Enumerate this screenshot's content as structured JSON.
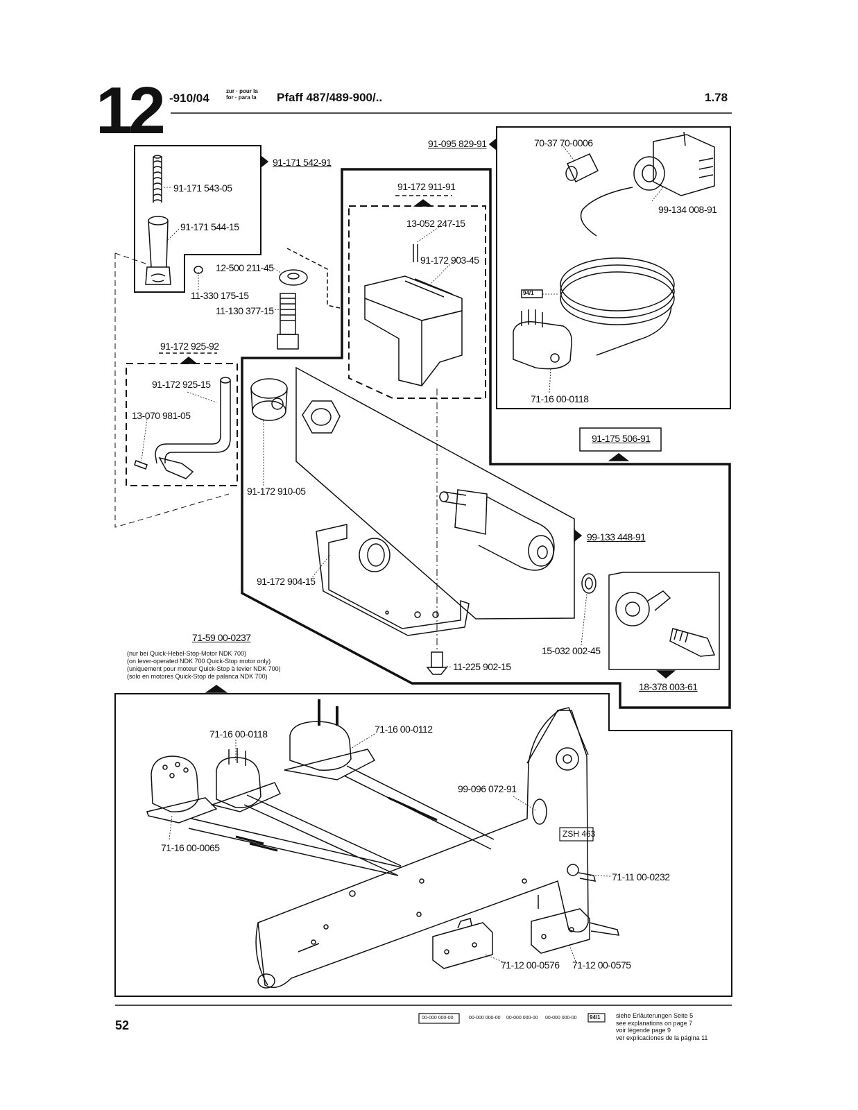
{
  "header": {
    "section_number": "12",
    "code": "-910/04",
    "small_line1": "zur · pour la",
    "small_line2": "for · para la",
    "title": "Pfaff 487/489-900/..",
    "date": "1.78"
  },
  "part_labels": {
    "a": "91-171 542-91",
    "b": "91-171 543-05",
    "c": "91-171 544-15",
    "d": "12-500 211-45",
    "e": "11-330 175-15",
    "f": "11-130 377-15",
    "g": "91-172 925-92",
    "h": "91-172 925-15",
    "i": "13-070 981-05",
    "j": "91-172 910-05",
    "k": "91-172 904-15",
    "l": "91-095 829-91",
    "m": "91-172 911-91",
    "n": "13-052 247-15",
    "o": "91-172 903-45",
    "p": "70-37 70-0006",
    "q": "99-134 008-91",
    "r": "94/1",
    "s": "71-16 00-0118",
    "t": "91-175 506-91",
    "u": "99-133 448-91",
    "v": "15-032 002-45",
    "w": "18-378 003-61",
    "x": "11-225 902-15",
    "y": "71-59 00-0237",
    "z": "71-16 00-0118",
    "aa": "71-16 00-0112",
    "ab": "99-096 072-91",
    "ac": "ZSH 463",
    "ad": "71-16 00-0065",
    "ae": "71-11 00-0232",
    "af": "71-12 00-0576",
    "ag": "71-12 00-0575"
  },
  "note": {
    "line1": "(nur bei Quick-Hebel-Stop-Motor NDK 700)",
    "line2": "(on lever-operated NDK 700 Quick-Stop motor only)",
    "line3": "(uniquement pour moteur Quick-Stop à levier NDK 700)",
    "line4": "(solo en motores Quick-Stop de palanca NDK 700)"
  },
  "footer": {
    "page_number": "52",
    "codes": [
      "00-000 000-00",
      "00-000 000-00",
      "00-000 000-00",
      "00-000 000-00"
    ],
    "legend_badge": "94/1",
    "legend_line1": "siehe Erläuterungen Seite 5",
    "legend_line2": "see explanations on page 7",
    "legend_line3": "voir légende page 9",
    "legend_line4": "ver explicaciones de la página 11"
  }
}
